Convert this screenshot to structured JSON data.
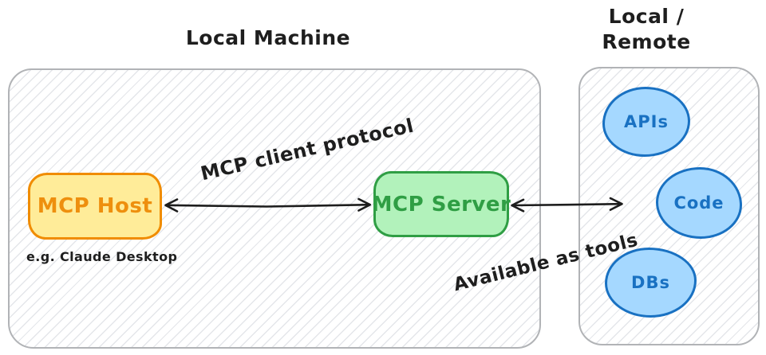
{
  "diagram": {
    "titles": {
      "local_machine": "Local Machine",
      "local_remote_line1": "Local /",
      "local_remote_line2": "Remote"
    },
    "nodes": {
      "mcp_host": {
        "label": "MCP Host",
        "caption": "e.g. Claude Desktop"
      },
      "mcp_server": {
        "label": "MCP Server"
      },
      "apis": {
        "label": "APIs"
      },
      "code": {
        "label": "Code"
      },
      "dbs": {
        "label": "DBs"
      }
    },
    "edges": {
      "host_server": {
        "label": "MCP client protocol",
        "type": "double-headed-arrow"
      },
      "server_tools": {
        "label": "Available as tools",
        "type": "double-headed-arrow"
      }
    },
    "colors": {
      "host_border": "#f08c00",
      "host_fill": "#ffec99",
      "host_text": "#ee8f0e",
      "server_border": "#2f9e44",
      "server_fill": "#b2f2bb",
      "server_text": "#2f9e44",
      "tool_border": "#1971c2",
      "tool_fill": "#a5d8ff",
      "tool_text": "#1971c2",
      "container_border": "#b1b3b6",
      "hatch_line": "#e4e6ea",
      "text_dark": "#1e1e1e",
      "arrow": "#1d1d1d"
    }
  }
}
